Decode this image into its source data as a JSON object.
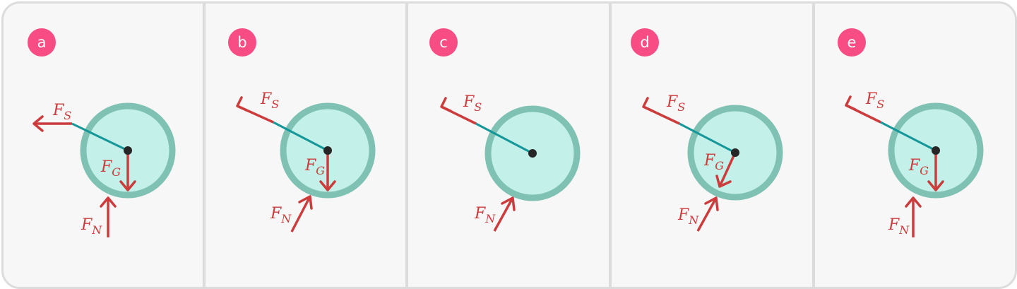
{
  "panels": [
    {
      "letter": "a"
    },
    {
      "letter": "b"
    },
    {
      "letter": "c"
    },
    {
      "letter": "d"
    },
    {
      "letter": "e"
    }
  ],
  "labels": {
    "spring": "F",
    "spring_sub": "S",
    "gravity": "F",
    "gravity_sub": "G",
    "normal": "F",
    "normal_sub": "N"
  },
  "colors": {
    "badge": "#f74c84",
    "force": "#cc3c3c",
    "ball_fill": "#c3f0e8",
    "ball_stroke": "#7fc1b3",
    "string": "#15979a"
  }
}
